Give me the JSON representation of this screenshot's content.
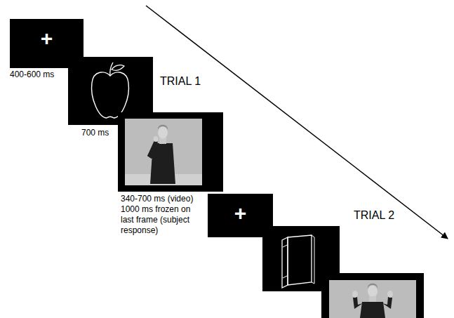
{
  "diagram": {
    "labels": [
      "+",
      "400-600 ms",
      "700 ms",
      "TRIAL 1",
      "340-700 ms (video) 1000 ms frozen on last frame (subject response)",
      "+",
      "TRIAL 2"
    ]
  }
}
